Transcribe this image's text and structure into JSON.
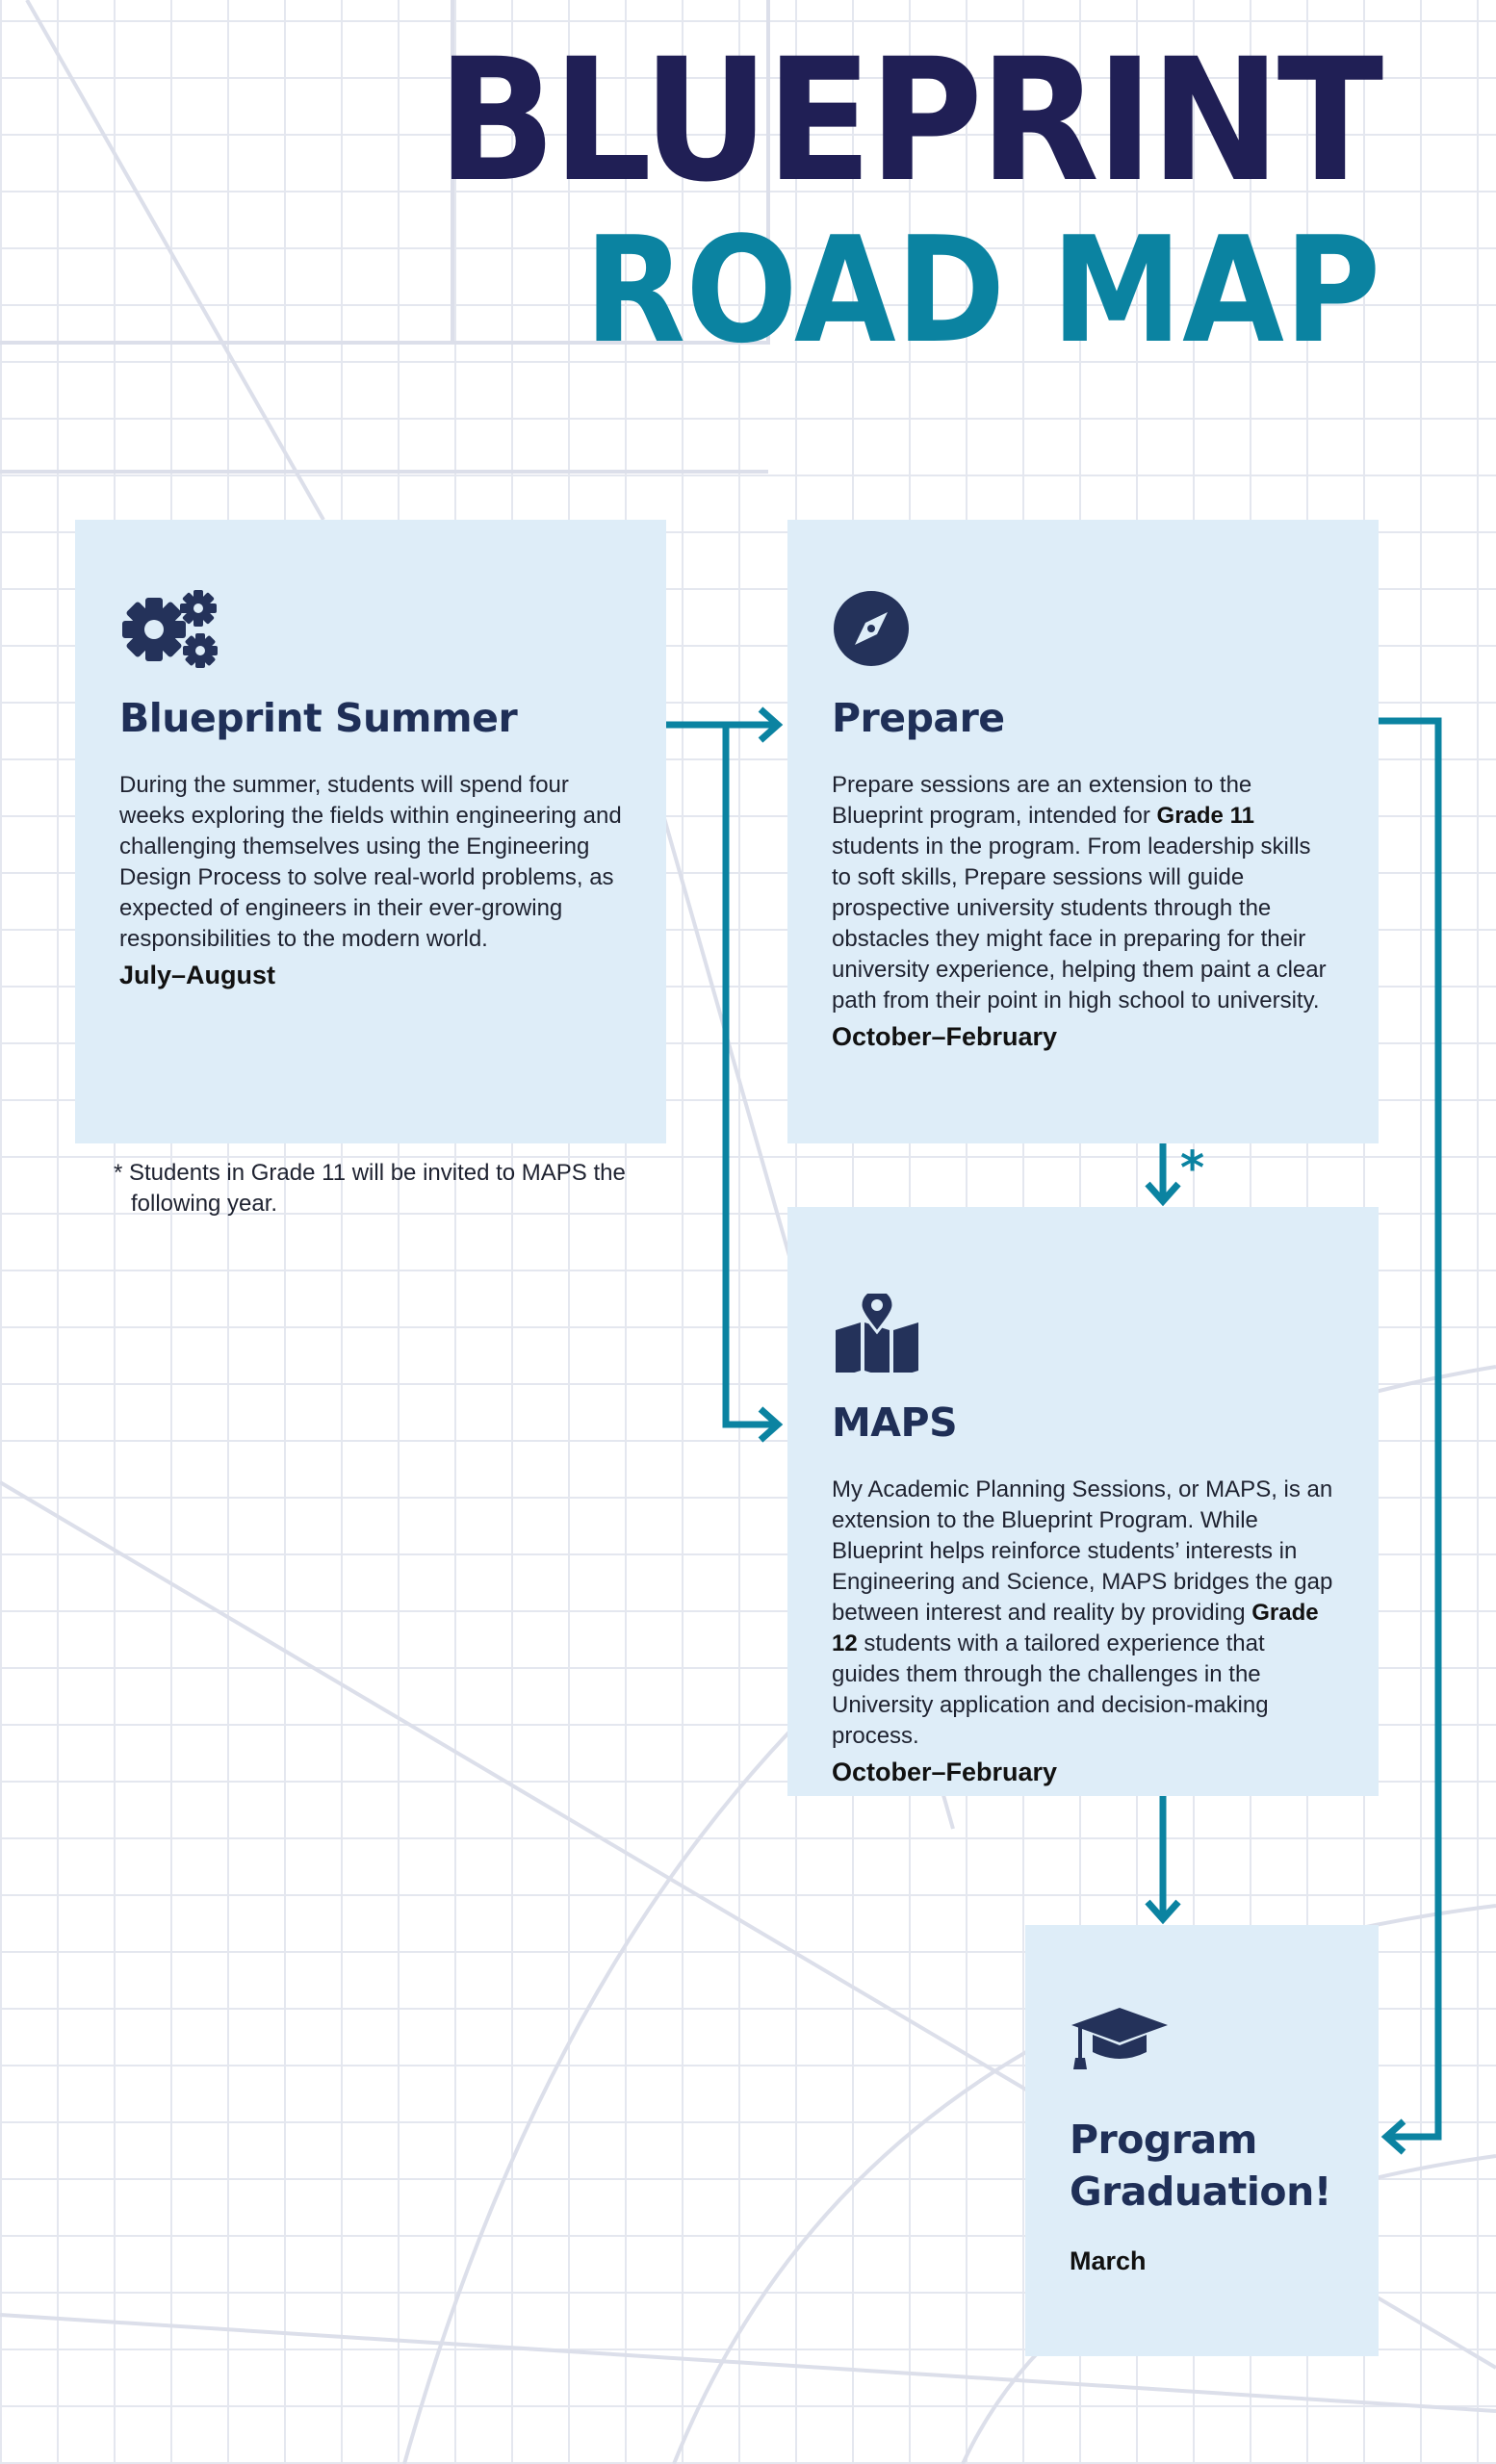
{
  "title": {
    "line1": "BLUEPRINT",
    "line2": "ROAD MAP"
  },
  "colors": {
    "title_dark": "#201f55",
    "accent_teal": "#0b83a1",
    "box_fill": "#deedf8",
    "heading_navy": "#1f2f57"
  },
  "stages": {
    "summer": {
      "icon": "gears-icon",
      "title": "Blueprint Summer",
      "body": "During the summer, students will spend four weeks exploring the fields within engineering and challenging themselves using the Engineering Design Process to solve real-world problems, as expected of engineers in their ever-growing responsibilities to the modern world.",
      "date": "July–August"
    },
    "prepare": {
      "icon": "compass-icon",
      "title": "Prepare",
      "body_before": "Prepare sessions are an extension to the Blueprint program, intended for ",
      "body_bold": "Grade 11",
      "body_after": " students in the program. From leadership skills to soft skills, Prepare sessions will guide prospective university students through the obstacles they might face in preparing for their university experience, helping them paint a clear path from their point in high school to university.",
      "date": "October–February"
    },
    "maps": {
      "icon": "map-pin-icon",
      "title": "MAPS",
      "body_before": "My Academic Planning Sessions, or MAPS, is an extension to the Blueprint Program. While Blueprint helps reinforce students’ interests in Engineering and Science, MAPS bridges the gap between interest and reality by providing ",
      "body_bold": "Grade 12",
      "body_after": " students with a tailored experience that guides them through the challenges in the University application and decision-making process.",
      "date": "October–February"
    },
    "graduation": {
      "icon": "graduation-cap-icon",
      "title_line1": "Program",
      "title_line2": "Graduation!",
      "date": "March"
    }
  },
  "footnote": "* Students in Grade 11 will be invited to MAPS the following year.",
  "asterisk": "*"
}
